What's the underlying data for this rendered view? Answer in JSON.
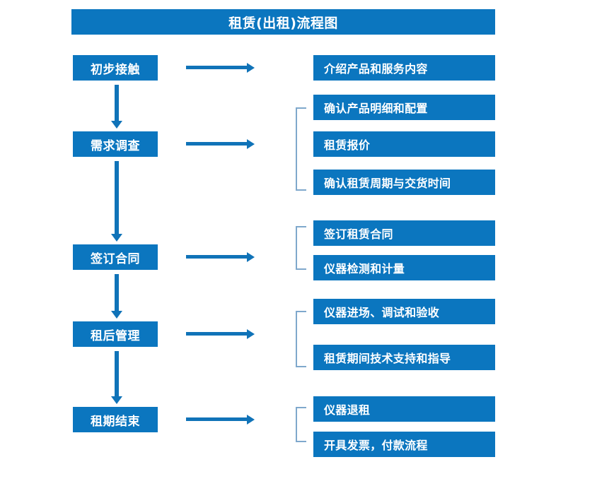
{
  "diagram": {
    "title": "租赁(出租)流程图",
    "accent_color": "#0b76bf",
    "arrow_color": "#1073b8",
    "bracket_color": "#7fa8cc",
    "text_color": "#ffffff",
    "background_color": "#ffffff"
  },
  "stages": [
    {
      "id": "initial-contact",
      "label": "初步接触"
    },
    {
      "id": "needs-survey",
      "label": "需求调查"
    },
    {
      "id": "sign-contract",
      "label": "签订合同"
    },
    {
      "id": "post-rent-mgmt",
      "label": "租后管理"
    },
    {
      "id": "lease-end",
      "label": "租期结束"
    }
  ],
  "details": [
    {
      "id": "introduce-products",
      "label": "介绍产品和服务内容"
    },
    {
      "id": "confirm-spec",
      "label": "确认产品明细和配置"
    },
    {
      "id": "rental-quote",
      "label": "租赁报价"
    },
    {
      "id": "confirm-period",
      "label": "确认租赁周期与交货时间"
    },
    {
      "id": "sign-rental-contract",
      "label": "签订租赁合同"
    },
    {
      "id": "instrument-testing",
      "label": "仪器检测和计量"
    },
    {
      "id": "instrument-entry",
      "label": "仪器进场、调试和验收"
    },
    {
      "id": "tech-support",
      "label": "租赁期间技术支持和指导"
    },
    {
      "id": "instrument-return",
      "label": "仪器退租"
    },
    {
      "id": "invoice-payment",
      "label": "开具发票，付款流程"
    }
  ],
  "connectors": {
    "horizontal_arrow_name": "stage-to-detail-arrow",
    "vertical_arrow_name": "stage-flow-arrow",
    "bracket_name": "detail-group-bracket"
  }
}
